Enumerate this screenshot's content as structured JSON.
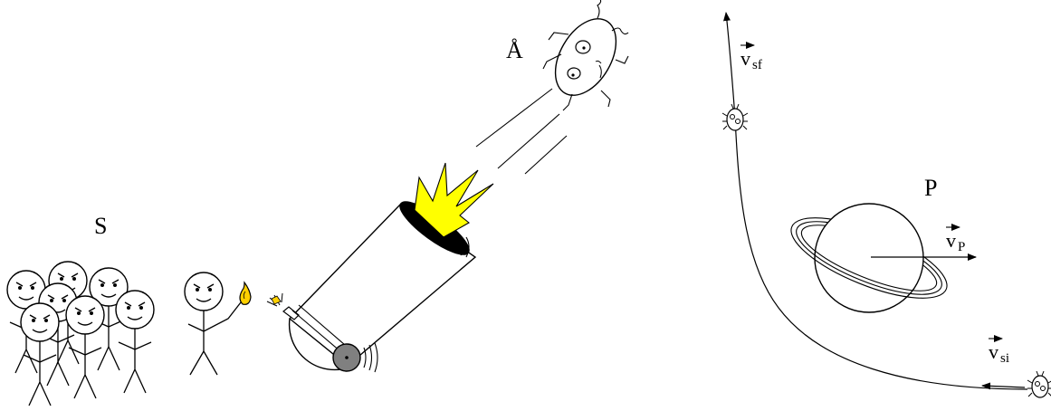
{
  "labels": {
    "crowd": "S",
    "bug": "Å",
    "planet": "P"
  },
  "vectors": {
    "v_sf": {
      "main": "v",
      "sub": "sf"
    },
    "v_p": {
      "main": "v",
      "sub": "P"
    },
    "v_si": {
      "main": "v",
      "sub": "si"
    }
  },
  "colors": {
    "ink": "#000000",
    "flash": "#ffff00",
    "flame": "#ffd000",
    "wheel": "#808080"
  },
  "icons": [
    "stick-figure-icon",
    "match-flame-icon",
    "cannon-icon",
    "bug-icon",
    "planet-icon",
    "muzzle-flash-icon"
  ]
}
